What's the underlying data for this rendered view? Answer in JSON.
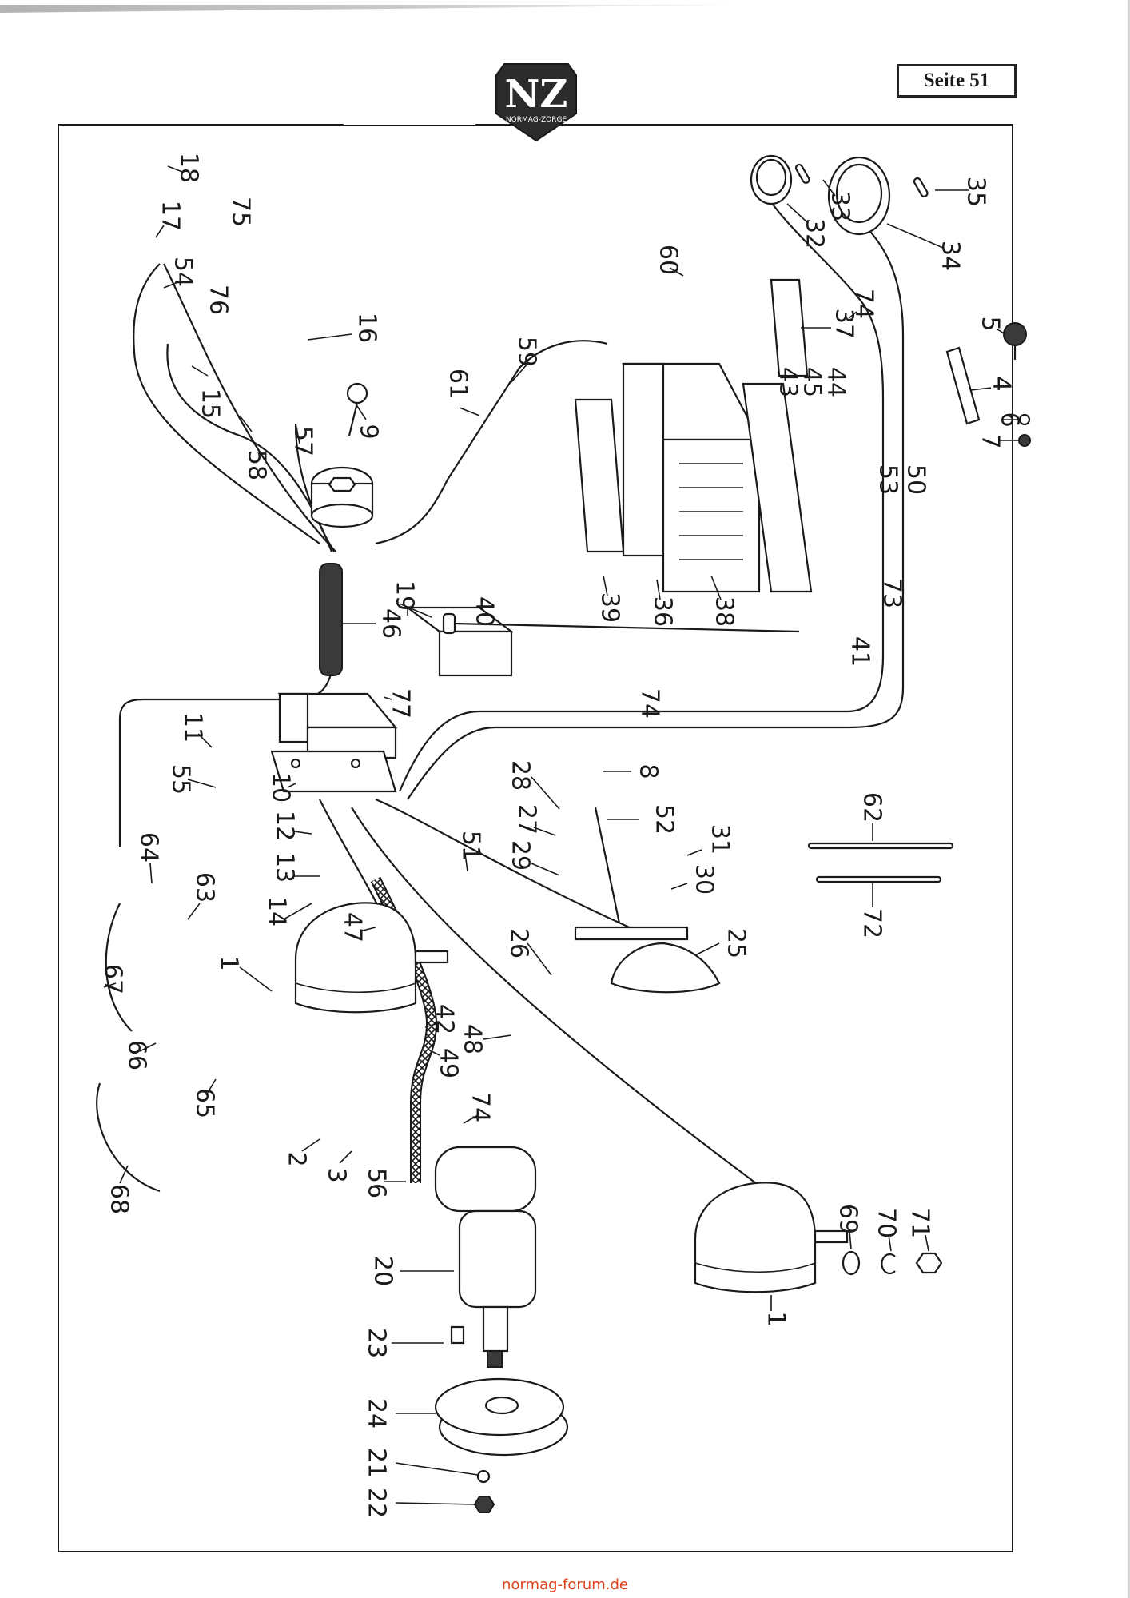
{
  "header": {
    "logo_text": "NZ",
    "logo_subtext": "NORMAG-ZORGE",
    "page_label": "Seite 51"
  },
  "footer": {
    "text": "normag-forum.de",
    "color": "#e0401a"
  },
  "diagram": {
    "title": "Elektrische Anlage – Ersatzteilbild",
    "part_labels": [
      {
        "id": "1a",
        "text": "1"
      },
      {
        "id": "1b",
        "text": "1"
      },
      {
        "id": "2",
        "text": "2"
      },
      {
        "id": "3",
        "text": "3"
      },
      {
        "id": "4",
        "text": "4"
      },
      {
        "id": "5",
        "text": "5"
      },
      {
        "id": "6",
        "text": "6"
      },
      {
        "id": "7",
        "text": "7"
      },
      {
        "id": "8",
        "text": "8"
      },
      {
        "id": "9",
        "text": "9"
      },
      {
        "id": "10",
        "text": "10"
      },
      {
        "id": "11",
        "text": "11"
      },
      {
        "id": "12",
        "text": "12"
      },
      {
        "id": "13",
        "text": "13"
      },
      {
        "id": "14",
        "text": "14"
      },
      {
        "id": "15",
        "text": "15"
      },
      {
        "id": "16",
        "text": "16"
      },
      {
        "id": "17",
        "text": "17"
      },
      {
        "id": "18",
        "text": "18"
      },
      {
        "id": "19",
        "text": "19"
      },
      {
        "id": "20",
        "text": "20"
      },
      {
        "id": "21",
        "text": "21"
      },
      {
        "id": "22",
        "text": "22"
      },
      {
        "id": "23",
        "text": "23"
      },
      {
        "id": "24",
        "text": "24"
      },
      {
        "id": "25",
        "text": "25"
      },
      {
        "id": "26",
        "text": "26"
      },
      {
        "id": "27",
        "text": "27"
      },
      {
        "id": "28",
        "text": "28"
      },
      {
        "id": "29",
        "text": "29"
      },
      {
        "id": "30",
        "text": "30"
      },
      {
        "id": "31",
        "text": "31"
      },
      {
        "id": "32",
        "text": "32"
      },
      {
        "id": "33",
        "text": "33"
      },
      {
        "id": "34",
        "text": "34"
      },
      {
        "id": "35",
        "text": "35"
      },
      {
        "id": "36",
        "text": "36"
      },
      {
        "id": "37",
        "text": "37"
      },
      {
        "id": "38",
        "text": "38"
      },
      {
        "id": "39",
        "text": "39"
      },
      {
        "id": "40",
        "text": "40"
      },
      {
        "id": "41",
        "text": "41"
      },
      {
        "id": "42",
        "text": "42"
      },
      {
        "id": "43",
        "text": "43"
      },
      {
        "id": "44",
        "text": "44"
      },
      {
        "id": "45",
        "text": "45"
      },
      {
        "id": "46",
        "text": "46"
      },
      {
        "id": "47",
        "text": "47"
      },
      {
        "id": "48",
        "text": "48"
      },
      {
        "id": "49",
        "text": "49"
      },
      {
        "id": "50",
        "text": "50"
      },
      {
        "id": "51",
        "text": "51"
      },
      {
        "id": "52",
        "text": "52"
      },
      {
        "id": "53",
        "text": "53"
      },
      {
        "id": "54",
        "text": "54"
      },
      {
        "id": "55",
        "text": "55"
      },
      {
        "id": "56",
        "text": "56"
      },
      {
        "id": "57",
        "text": "57"
      },
      {
        "id": "58",
        "text": "58"
      },
      {
        "id": "59",
        "text": "59"
      },
      {
        "id": "60",
        "text": "60"
      },
      {
        "id": "61",
        "text": "61"
      },
      {
        "id": "62",
        "text": "62"
      },
      {
        "id": "63",
        "text": "63"
      },
      {
        "id": "64",
        "text": "64"
      },
      {
        "id": "65",
        "text": "65"
      },
      {
        "id": "66",
        "text": "66"
      },
      {
        "id": "67",
        "text": "67"
      },
      {
        "id": "68",
        "text": "68"
      },
      {
        "id": "69",
        "text": "69"
      },
      {
        "id": "70",
        "text": "70"
      },
      {
        "id": "71",
        "text": "71"
      },
      {
        "id": "72",
        "text": "72"
      },
      {
        "id": "73",
        "text": "73"
      },
      {
        "id": "74a",
        "text": "74"
      },
      {
        "id": "74b",
        "text": "74"
      },
      {
        "id": "74c",
        "text": "74"
      },
      {
        "id": "75",
        "text": "75"
      },
      {
        "id": "76",
        "text": "76"
      },
      {
        "id": "77",
        "text": "77"
      }
    ]
  }
}
